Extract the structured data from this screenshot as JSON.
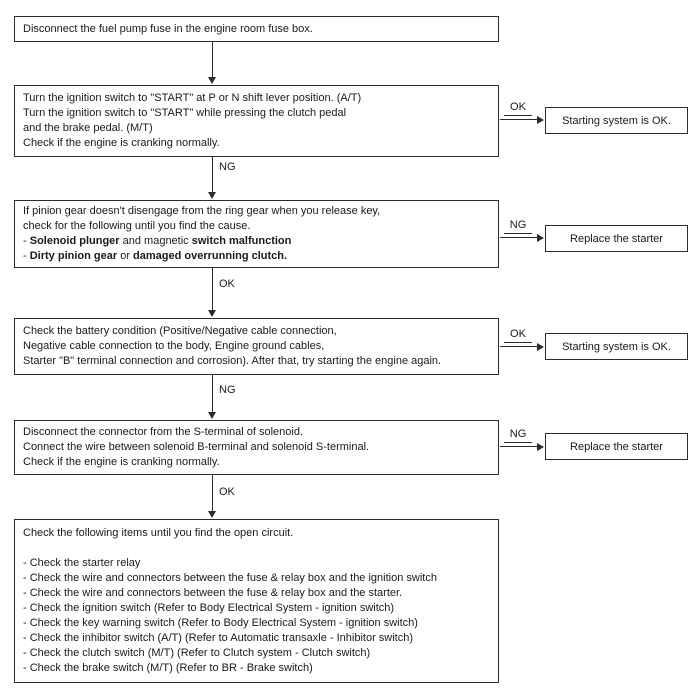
{
  "steps": {
    "step1": {
      "lines": [
        "Disconnect the fuel pump fuse in the engine room fuse box."
      ]
    },
    "step2": {
      "lines": [
        "Turn the ignition switch to \"START\" at P or N shift lever position. (A/T)",
        "Turn the ignition switch to \"START\" while pressing the clutch pedal",
        "and the brake pedal. (M/T)",
        "Check if the engine is cranking normally."
      ]
    },
    "step3": {
      "lines": [
        "If pinion gear doesn't disengage from the ring gear when you release key,",
        "check for the following until you find the cause."
      ],
      "line3": [
        "- ",
        "Solenoid plunger",
        " and magnetic ",
        "switch malfunction"
      ],
      "line4": [
        "- ",
        "Dirty pinion gear",
        " or ",
        "damaged overrunning clutch."
      ]
    },
    "step4": {
      "lines": [
        "Check the battery condition (Positive/Negative cable connection,",
        "Negative cable connection to the body, Engine ground cables,",
        "Starter \"B\" terminal connection and corrosion). After that, try starting the engine again."
      ]
    },
    "step5": {
      "lines": [
        "Disconnect the connector from the S-terminal of solenoid.",
        "Connect the wire between solenoid B-terminal and solenoid S-terminal.",
        "Check if the engine is cranking normally."
      ]
    },
    "step6": {
      "intro": "Check the following items until you find the open circuit.",
      "items": [
        "- Check the starter relay",
        "- Check the wire and connectors between the fuse & relay box and the ignition switch",
        "- Check the wire and connectors between the fuse & relay box and the starter.",
        "- Check the ignition switch (Refer to Body Electrical System - ignition switch)",
        "- Check the key warning switch (Refer to Body Electrical System - ignition switch)",
        "- Check the inhibitor switch (A/T) (Refer to Automatic transaxle - Inhibitor switch)",
        "- Check the clutch switch (M/T) (Refer to Clutch system - Clutch switch)",
        "- Check the brake switch (M/T) (Refer to BR - Brake switch)"
      ]
    }
  },
  "down_connectors": [
    {
      "label": ""
    },
    {
      "label": "NG"
    },
    {
      "label": "OK"
    },
    {
      "label": "NG"
    },
    {
      "label": "OK"
    }
  ],
  "side_connectors": [
    {
      "label": "OK",
      "result": "Starting system is OK."
    },
    {
      "label": "NG",
      "result": "Replace the starter"
    },
    {
      "label": "OK",
      "result": "Starting system is OK."
    },
    {
      "label": "NG",
      "result": "Replace the starter"
    }
  ],
  "colors": {
    "line": "#2b2b2b",
    "text": "#1a1a1a",
    "background": "#ffffff"
  }
}
